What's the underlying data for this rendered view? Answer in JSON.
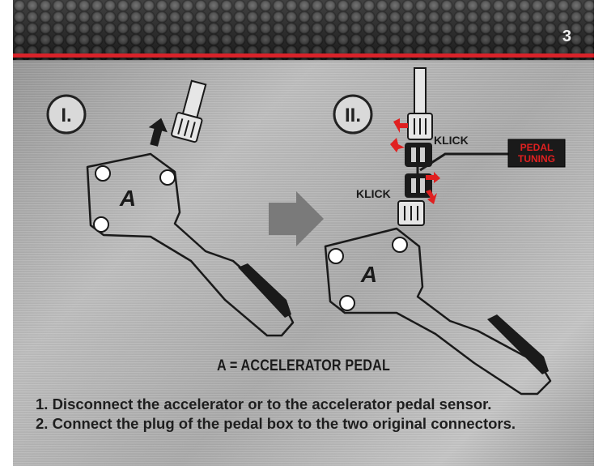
{
  "page": {
    "number": "3"
  },
  "steps": {
    "step1_label": "I.",
    "step2_label": "II."
  },
  "labels": {
    "part_letter_1": "A",
    "part_letter_2": "A",
    "klick_top": "KLICK",
    "klick_bottom": "KLICK",
    "device_line1": "PEDAL",
    "device_line2": "TUNING"
  },
  "caption": "A = ACCELERATOR PEDAL",
  "instructions": [
    "1. Disconnect the accelerator or to the accelerator pedal sensor.",
    "2. Connect the plug of the pedal box to the two original connectors."
  ],
  "colors": {
    "accent_red": "#d8232a",
    "arrow_red": "#e02020",
    "arrow_gray": "#777777"
  },
  "icons": [
    "arrow-up-icon",
    "arrow-right-icon",
    "arrow-red-icon"
  ]
}
